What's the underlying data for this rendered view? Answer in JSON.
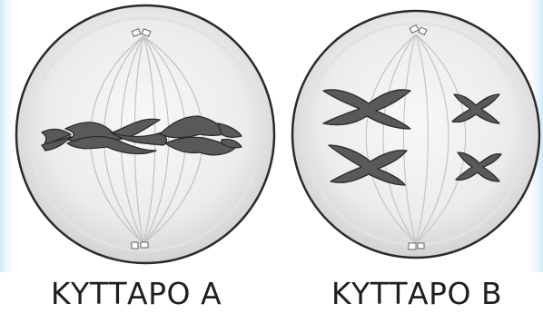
{
  "cells": [
    {
      "id": "A",
      "label": "ΚΥΤΤΑΡΟ Α",
      "stage": "chromosomes aligned at cell equator"
    },
    {
      "id": "B",
      "label": "ΚΥΤΤΑΡΟ Β",
      "stage": "four separate chromosomes, two large and two small"
    }
  ],
  "colors": {
    "cell_fill_outer": "#d9d9d9",
    "cell_fill_inner": "#f6f6f6",
    "cell_outline": "#2a2a2a",
    "spindle": "#bdbdbd",
    "chromosome": "#555555",
    "chromosome_outline": "#2b2b2b",
    "label_text": "#1f1f1f",
    "edge_tint": "#e3f1fb"
  }
}
